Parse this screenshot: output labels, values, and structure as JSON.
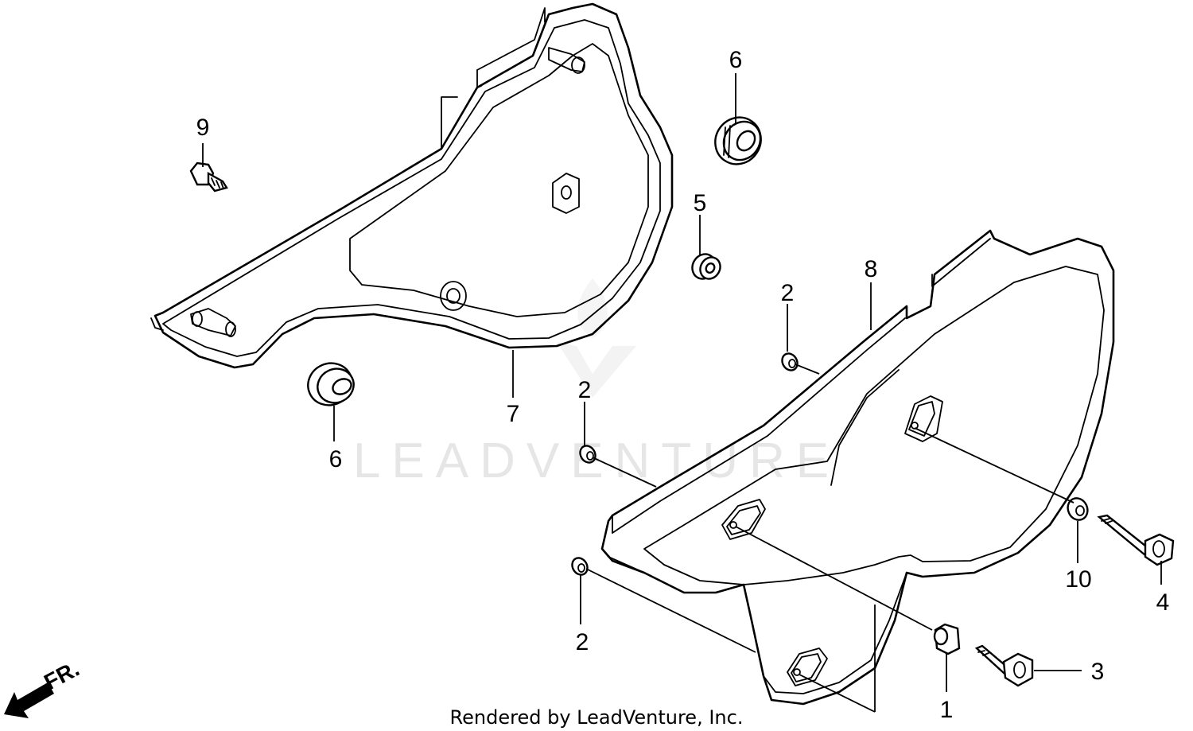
{
  "diagram": {
    "callouts": [
      {
        "id": "c9",
        "label": "9"
      },
      {
        "id": "c6a",
        "label": "6"
      },
      {
        "id": "c5",
        "label": "5"
      },
      {
        "id": "c8",
        "label": "8"
      },
      {
        "id": "c2a",
        "label": "2"
      },
      {
        "id": "c2b",
        "label": "2"
      },
      {
        "id": "c7",
        "label": "7"
      },
      {
        "id": "c6b",
        "label": "6"
      },
      {
        "id": "c2c",
        "label": "2"
      },
      {
        "id": "c10",
        "label": "10"
      },
      {
        "id": "c4",
        "label": "4"
      },
      {
        "id": "c3",
        "label": "3"
      },
      {
        "id": "c1",
        "label": "1"
      }
    ],
    "direction_label": "FR.",
    "watermark": "LEADVENTURE",
    "credit": "Rendered by LeadVenture, Inc."
  }
}
